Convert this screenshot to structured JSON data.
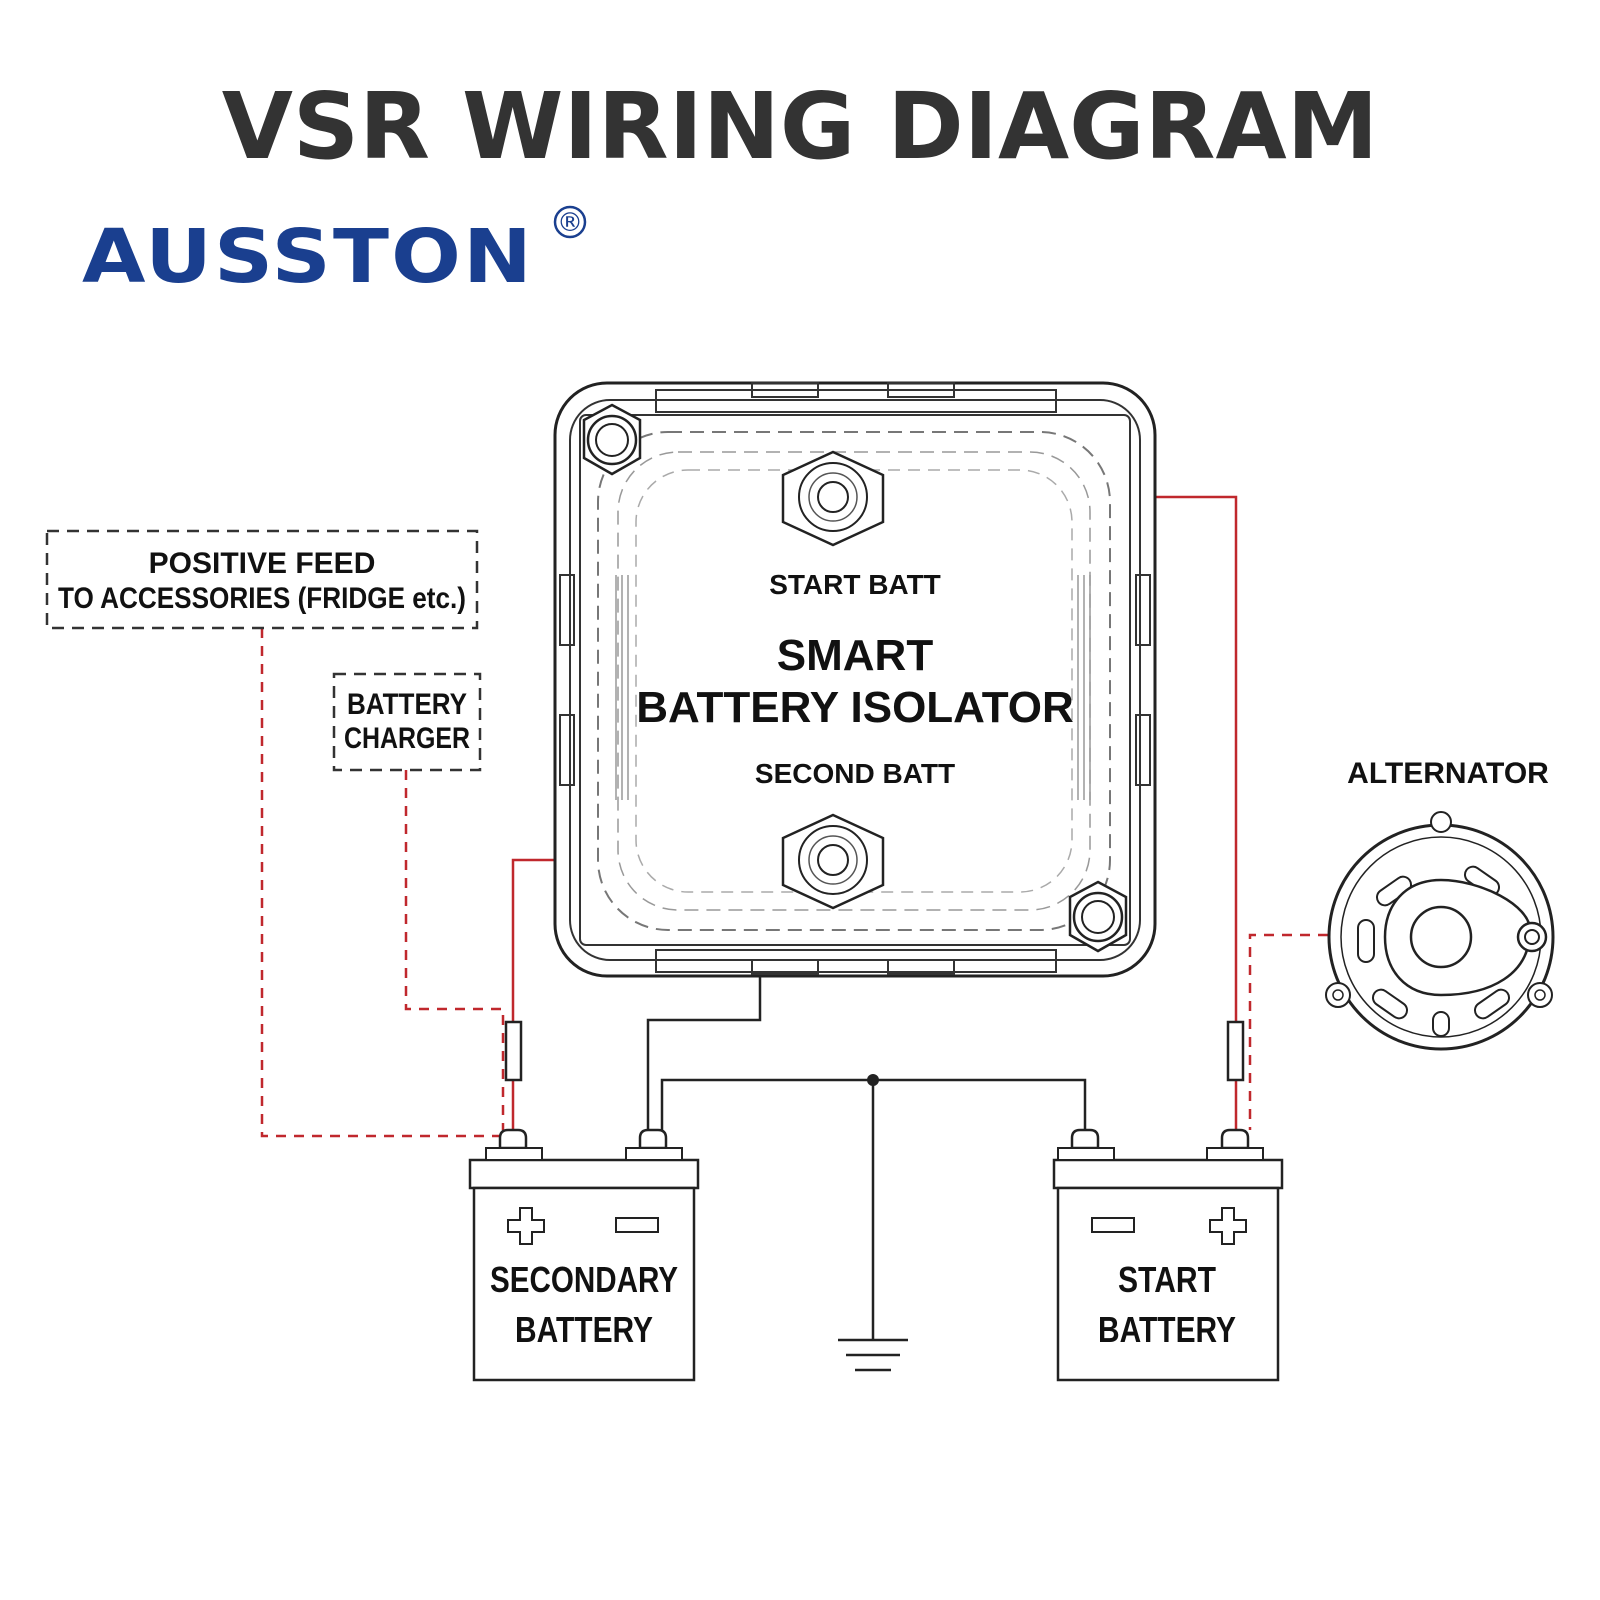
{
  "title": "VSR WIRING DIAGRAM",
  "brand": {
    "name": "AUSSTON",
    "registered_mark": "®",
    "color": "#1a3f8f"
  },
  "isolator": {
    "title_line1": "SMART",
    "title_line2": "BATTERY ISOLATOR",
    "terminal_top_label": "START BATT",
    "terminal_bottom_label": "SECOND BATT"
  },
  "accessories_box": {
    "line1": "POSITIVE FEED",
    "line2": "TO ACCESSORIES (FRIDGE etc.)"
  },
  "charger_box": {
    "line1": "BATTERY",
    "line2": "CHARGER"
  },
  "alternator_label": "ALTERNATOR",
  "secondary_battery": {
    "line1": "SECONDARY",
    "line2": "BATTERY",
    "plus_icon": "plus-icon",
    "minus_icon": "minus-icon"
  },
  "start_battery": {
    "line1": "START",
    "line2": "BATTERY",
    "plus_icon": "plus-icon",
    "minus_icon": "minus-icon"
  },
  "colors": {
    "wire_positive": "#c0282d",
    "wire_ground": "#222222",
    "title": "#333333"
  }
}
